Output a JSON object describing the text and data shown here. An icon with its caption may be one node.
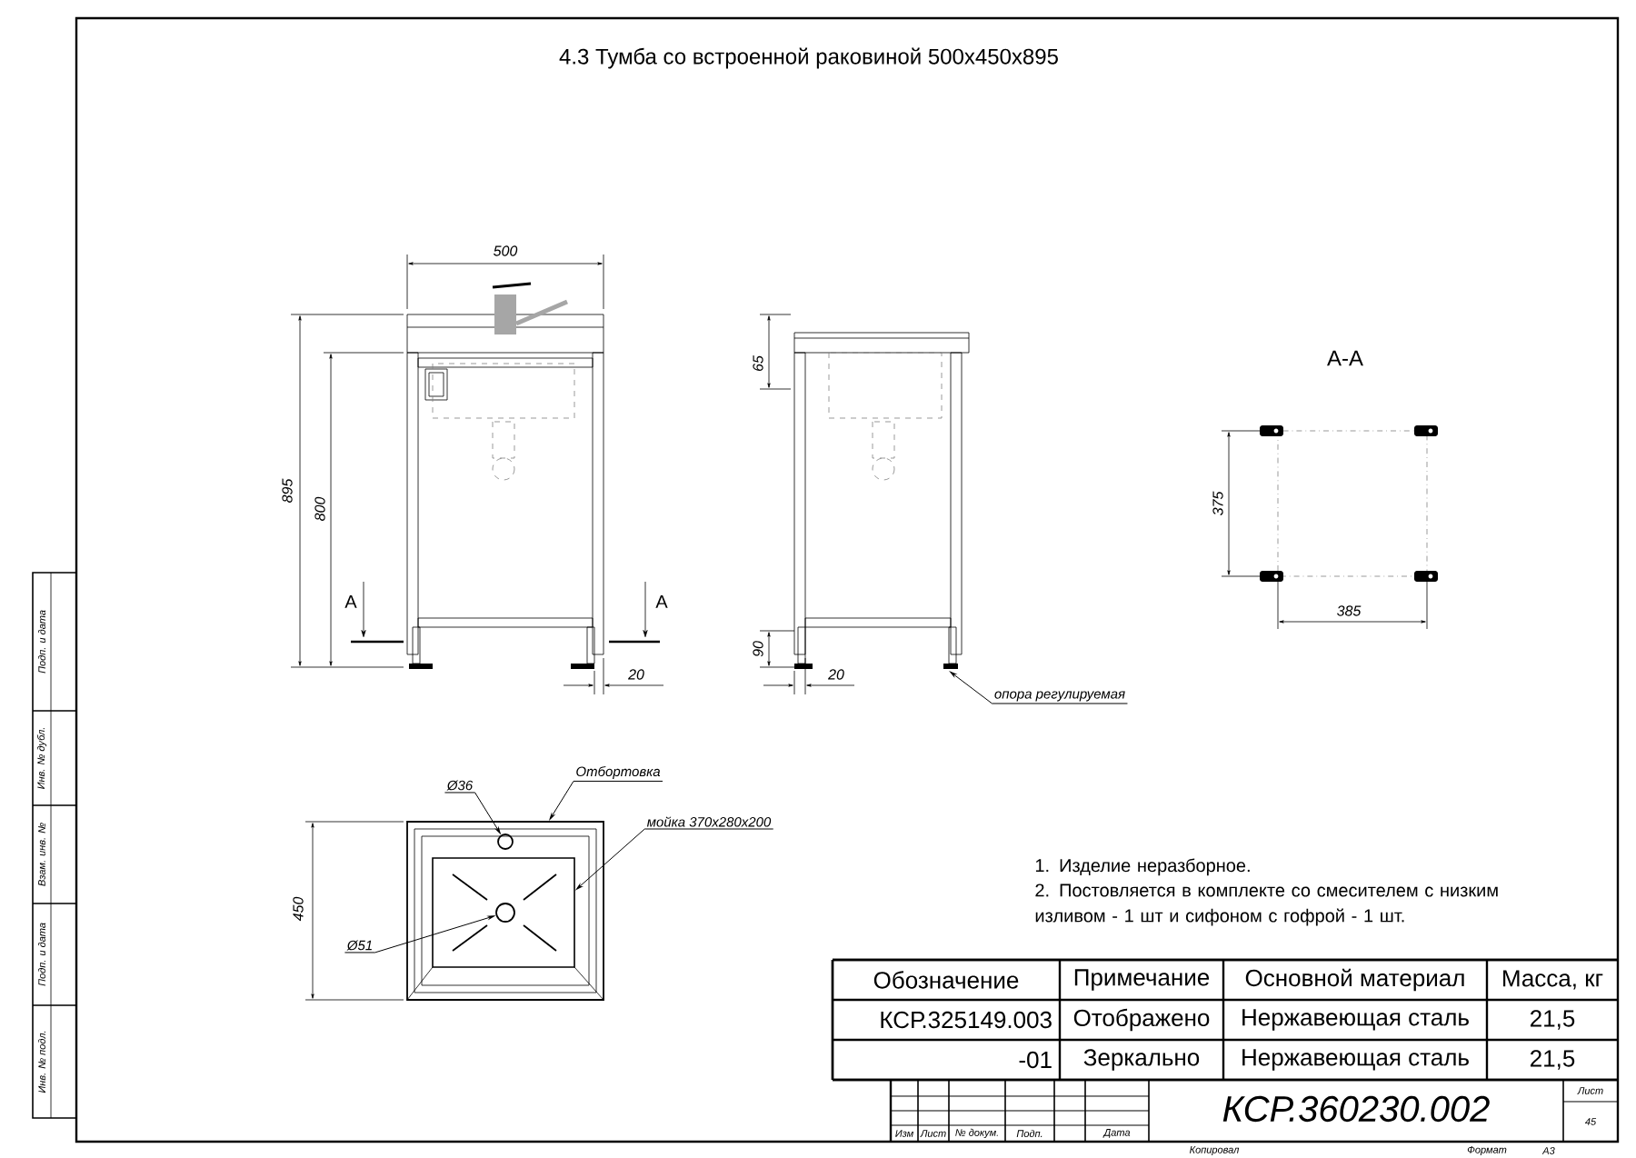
{
  "diagram": {
    "title": "4.3 Тумба со встроенной раковиной 500x450x895",
    "nodes": [
      {
        "text": [
          "Ø36"
        ]
      },
      {
        "text": [
          "Отбортовка"
        ]
      },
      {
        "text": [
          "мойка 370x280x200"
        ]
      },
      {
        "text": [
          "Ø51"
        ]
      },
      {
        "text": [
          "опора регулируемая"
        ]
      },
      {
        "text": [],
        "shape": "box"
      },
      {
        "text": [],
        "shape": "circle",
        "in": 5
      },
      {
        "text": [],
        "shape": "box",
        "in": 5
      },
      {
        "text": [],
        "shape": "circle",
        "in": 7
      }
    ],
    "edges": [
      {
        "from": 0,
        "to": 6,
        "arrow": "to"
      },
      {
        "from": 1,
        "to": 5,
        "arrow": "to"
      },
      {
        "from": 2,
        "to": 7,
        "arrow": "to"
      },
      {
        "from": 3,
        "to": 8,
        "arrow": "to"
      },
      {
        "from": 4,
        "to": null,
        "arrow": "to"
      }
    ],
    "labels": [
      "500",
      "895",
      "800",
      "A",
      "A",
      "20",
      "65",
      "90",
      "20",
      "A-A",
      "375",
      "385",
      "450",
      "1. Изделие неразборное.",
      "2. Постовляется в комплекте со смесителем с низким изливом - 1 шт и сифоном с гофрой - 1 шт.",
      "Обозначение",
      "Примечание",
      "Основной материал",
      "Масса, кг",
      "КСР.325149.003",
      "Отображено",
      "Нержавеющая сталь",
      "21,5",
      "-01",
      "Зеркально",
      "Нержавеющая сталь",
      "21,5",
      "Изм",
      "Лист",
      "№ докум.",
      "Подп.",
      "Дата",
      "КСР.360230.002",
      "Лист",
      "45",
      "Копировал",
      "Формат",
      "А3",
      "Подп. и дата",
      "Инв. № дубл.",
      "Взам. инв. №",
      "Подп. и дата",
      "Инв. № подл."
    ]
  }
}
